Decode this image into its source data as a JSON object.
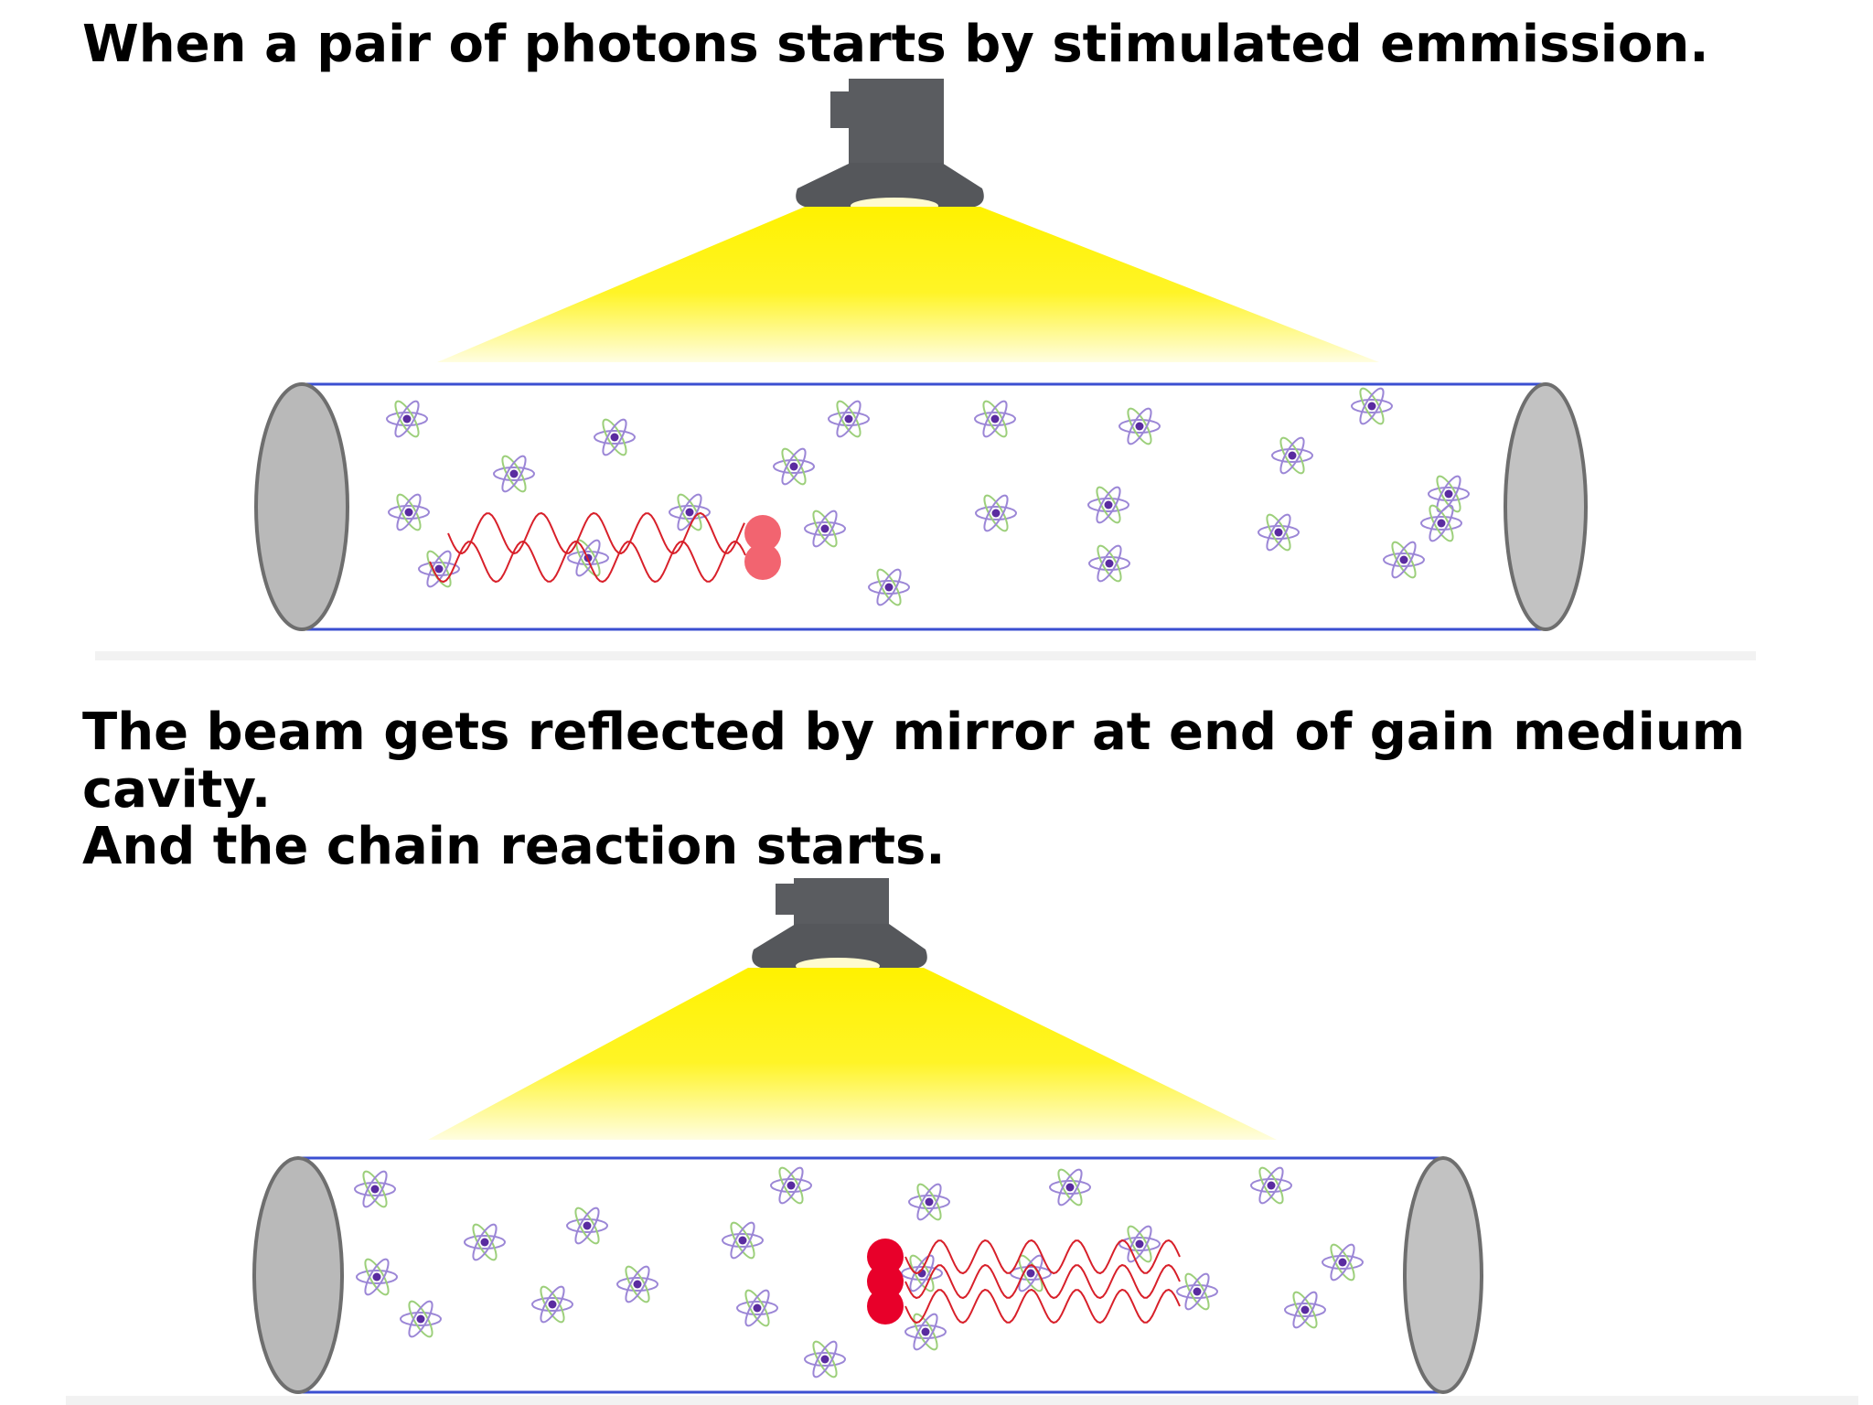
{
  "captions": {
    "step1": "When a pair of photons starts by stimulated emmission.",
    "step2": "The beam gets reflected by mirror at end of gain medium cavity.\nAnd the chain reaction starts."
  },
  "panels": [
    {
      "name": "stimulated-emission-pair",
      "photon_count": 2,
      "wave_count": 2,
      "wave_direction": "left"
    },
    {
      "name": "reflected-chain-reaction",
      "photon_count": 3,
      "wave_count": 3,
      "wave_direction": "right"
    }
  ],
  "colors": {
    "lamp_body": "#5a5c60",
    "lamp_light": "#fff200",
    "cavity_outline": "#3b4fd1",
    "mirror_fill": "#b9b9b9",
    "mirror_stroke": "#6e6e6e",
    "photon": "#e8002a",
    "photon_faded": "#f26470",
    "atom_nucleus": "#5a2ca0",
    "atom_orbit_1": "#9b86d6",
    "atom_orbit_2": "#9ccf7a",
    "wave": "#d8202a",
    "floor_shadow": "#f2f2f2"
  },
  "icons": {
    "lamp": "lamp-icon",
    "atom": "atom-icon",
    "mirror": "mirror-icon",
    "photon": "photon-icon"
  }
}
